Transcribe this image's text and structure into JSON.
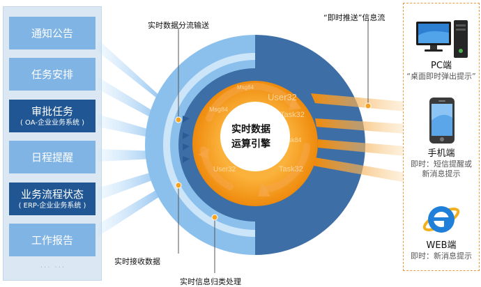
{
  "sources": [
    {
      "title": "通知公告",
      "sub": ""
    },
    {
      "title": "任务安排",
      "sub": ""
    },
    {
      "title": "审批任务",
      "sub": "( OA-企业业务系统 )"
    },
    {
      "title": "日程提醒",
      "sub": ""
    },
    {
      "title": "业务流程状态",
      "sub": "( ERP-企业业务系统 )"
    },
    {
      "title": "工作报告",
      "sub": ""
    }
  ],
  "sources_more": "... ...",
  "labels": {
    "distribution": "实时数据分流输送",
    "push_stream": "“即时推送”信息流",
    "receive": "实时接收数据",
    "classify": "实时信息归类处理"
  },
  "engine": {
    "line1": "实时数据",
    "line2": "运算引擎",
    "ring_words": [
      "Msg84",
      "User32",
      "Task32",
      "Msg84",
      "User32",
      "Task32",
      "Task84"
    ]
  },
  "targets": {
    "pc": {
      "name": "PC端",
      "desc": "“桌面即时弹出提示”"
    },
    "mobile": {
      "name": "手机端",
      "desc1": "即时：短信提醒或",
      "desc2": "新消息提示"
    },
    "web": {
      "name": "WEB端",
      "desc": "即时：新消息提示"
    }
  },
  "colors": {
    "light_blue": "#7fb4e4",
    "dark_blue": "#1f5693",
    "orange": "#f08a0a",
    "outer_ring": "#8cc0ec",
    "right_half": "#3d6ea6"
  }
}
